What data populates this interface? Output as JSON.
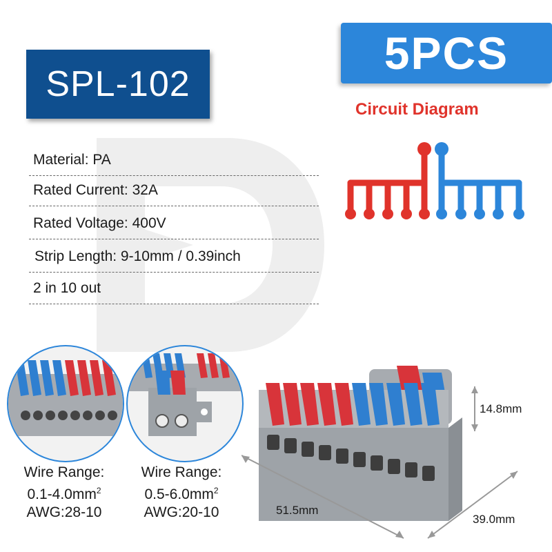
{
  "header": {
    "model": "SPL-102",
    "quantity": "5PCS",
    "circuit_title": "Circuit Diagram"
  },
  "specs": [
    {
      "label": "Material: PA"
    },
    {
      "label": "Rated Current: 32A"
    },
    {
      "label": "Rated Voltage: 400V"
    },
    {
      "label": "Strip Length: 9-10mm / 0.39inch"
    },
    {
      "label": "2 in 10 out"
    }
  ],
  "wire_ranges": [
    {
      "title": "Wire Range:",
      "range": "0.1-4.0mm",
      "unit_sup": "2",
      "awg": "AWG:28-10"
    },
    {
      "title": "Wire Range:",
      "range": "0.5-6.0mm",
      "unit_sup": "2",
      "awg": "AWG:20-10"
    }
  ],
  "dimensions": {
    "height": "14.8mm",
    "length": "51.5mm",
    "width": "39.0mm"
  },
  "colors": {
    "navy": "#0f4f8f",
    "blue": "#2c86da",
    "red": "#e0332b",
    "lever_red": "#d8343a",
    "lever_blue": "#2f7fd0",
    "housing_gray": "#9ea3a8"
  }
}
